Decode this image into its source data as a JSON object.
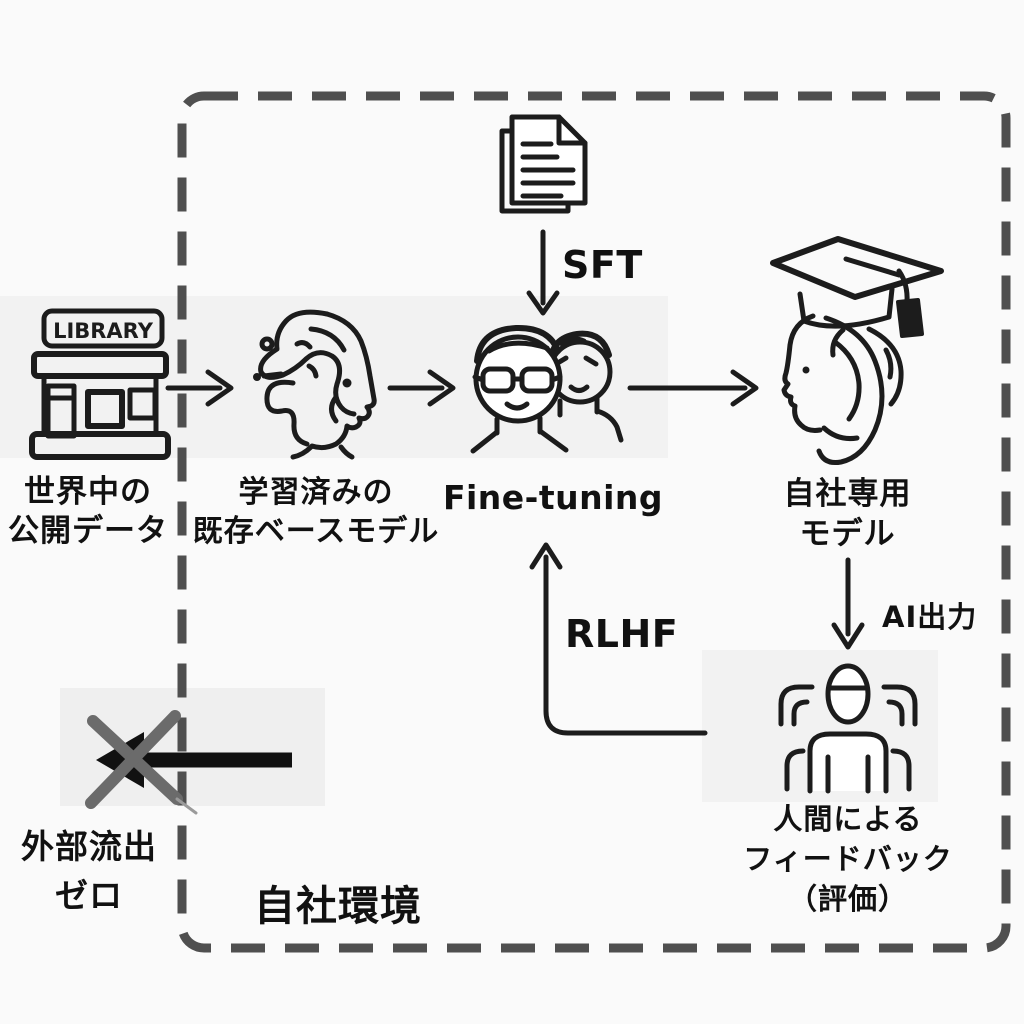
{
  "diagram": {
    "boundary_label": "自社環境",
    "nodes": {
      "public_data": {
        "sign": "LIBRARY",
        "line1": "世界中の",
        "line2": "公開データ"
      },
      "base_model": {
        "line1": "学習済みの",
        "line2": "既存ベースモデル"
      },
      "fine_tuning": {
        "label": "Fine-tuning"
      },
      "custom_model": {
        "line1": "自社専用",
        "line2": "モデル"
      },
      "human_feedback": {
        "line1": "人間による",
        "line2": "フィードバック",
        "line3": "（評価）"
      }
    },
    "edges": {
      "sft_label": "SFT",
      "rlhf_label": "RLHF",
      "ai_output_label": "AI出力"
    },
    "blocked": {
      "line1": "外部流出",
      "line2": "ゼロ"
    },
    "colors": {
      "line": "#1c1c1c",
      "border": "#4f4f4f",
      "x_mark": "#6b6b6b",
      "background": "#fafafa"
    }
  }
}
